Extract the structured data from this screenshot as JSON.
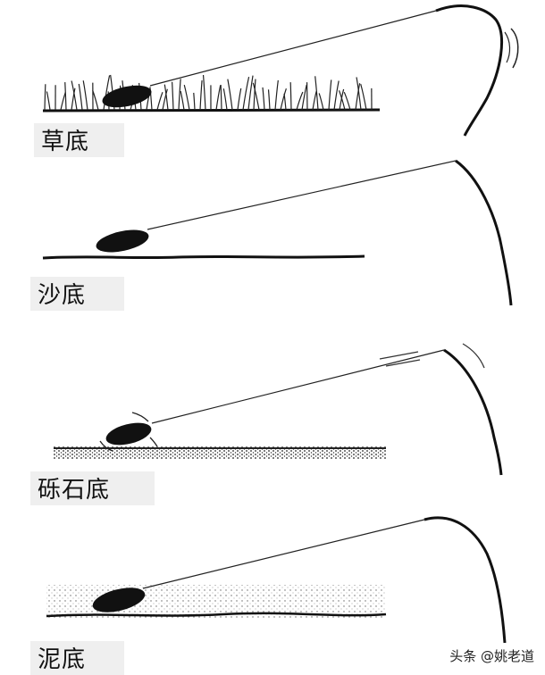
{
  "panels": [
    {
      "label": "草底"
    },
    {
      "label": "沙底"
    },
    {
      "label": "砾石底"
    },
    {
      "label": "泥底"
    }
  ],
  "watermark": "头条 @姚老道",
  "colors": {
    "ink": "#111111",
    "label_bg": "#efefef",
    "background": "#ffffff"
  }
}
